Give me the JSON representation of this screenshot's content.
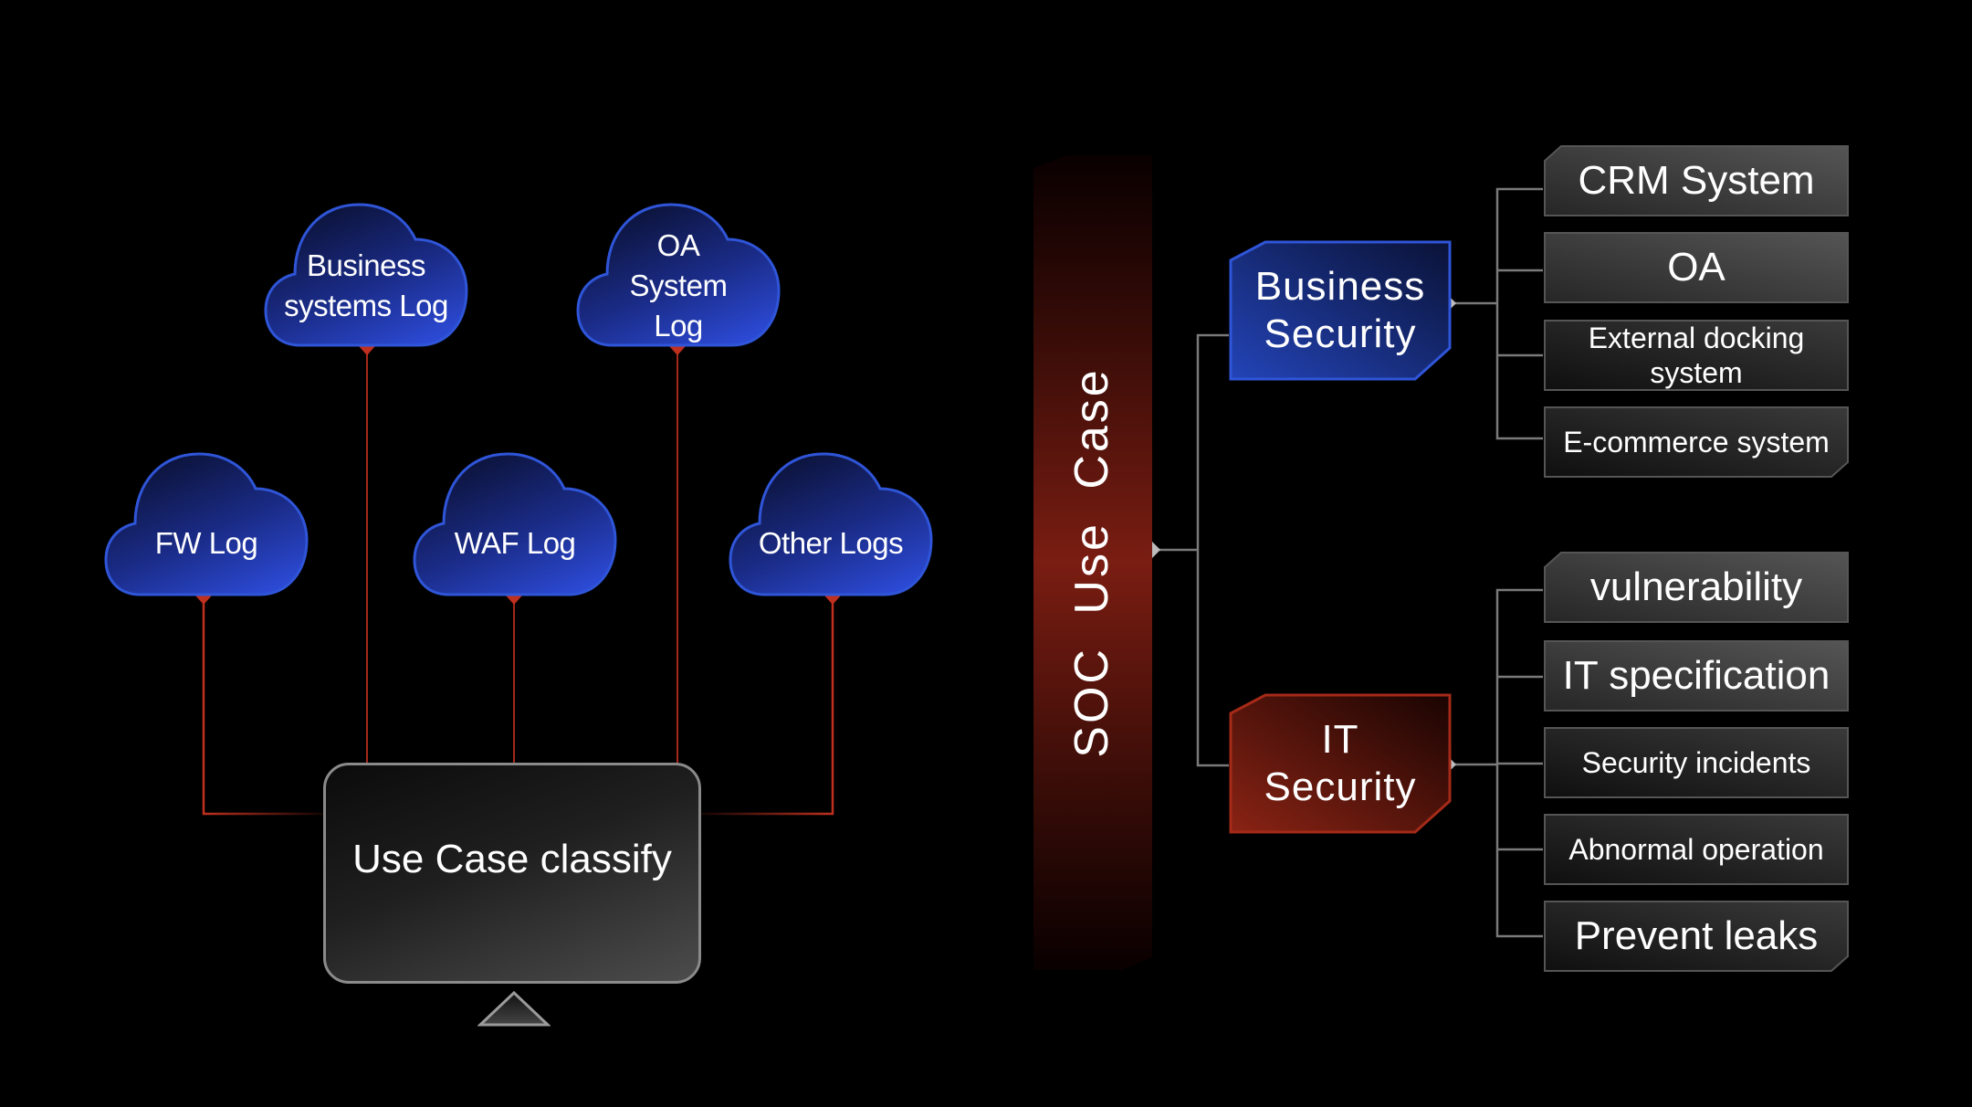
{
  "diagram": {
    "title": "SOC Use Case",
    "sources": [
      {
        "id": "business-systems-log",
        "label": "Business systems Log",
        "lines": [
          "Business",
          "systems Log"
        ]
      },
      {
        "id": "oa-system-log",
        "label": "OA System Log",
        "lines": [
          "OA System",
          "Log"
        ]
      },
      {
        "id": "fw-log",
        "label": "FW Log",
        "lines": [
          "FW Log"
        ]
      },
      {
        "id": "waf-log",
        "label": "WAF Log",
        "lines": [
          "WAF Log"
        ]
      },
      {
        "id": "other-logs",
        "label": "Other Logs",
        "lines": [
          "Other Logs"
        ]
      }
    ],
    "classifier": {
      "label": "Use Case classify"
    },
    "soc": {
      "label": "SOC  Use  Case"
    },
    "categories": [
      {
        "id": "business-security",
        "label": "Business Security",
        "lines": [
          "Business",
          "Security"
        ],
        "color": "#1e3fa8",
        "items": [
          {
            "label": "CRM System"
          },
          {
            "label": "OA"
          },
          {
            "label": "External docking system"
          },
          {
            "label": "E-commerce system"
          }
        ]
      },
      {
        "id": "it-security",
        "label": "IT Security",
        "lines": [
          "IT",
          "Security"
        ],
        "color": "#8c2214",
        "items": [
          {
            "label": "vulnerability"
          },
          {
            "label": "IT specification"
          },
          {
            "label": "Security incidents"
          },
          {
            "label": "Abnormal operation"
          },
          {
            "label": "Prevent leaks"
          }
        ]
      }
    ]
  },
  "colors": {
    "background": "#000000",
    "cloud_fill_top": "#0b1233",
    "cloud_fill_bottom": "#2a47d0",
    "cloud_stroke": "#2f55d8",
    "connector_red": "#c0301f",
    "connector_gray": "#8a8a8a",
    "soc_red": "#c8311f",
    "leaf_fill": "#2b2b2b"
  }
}
